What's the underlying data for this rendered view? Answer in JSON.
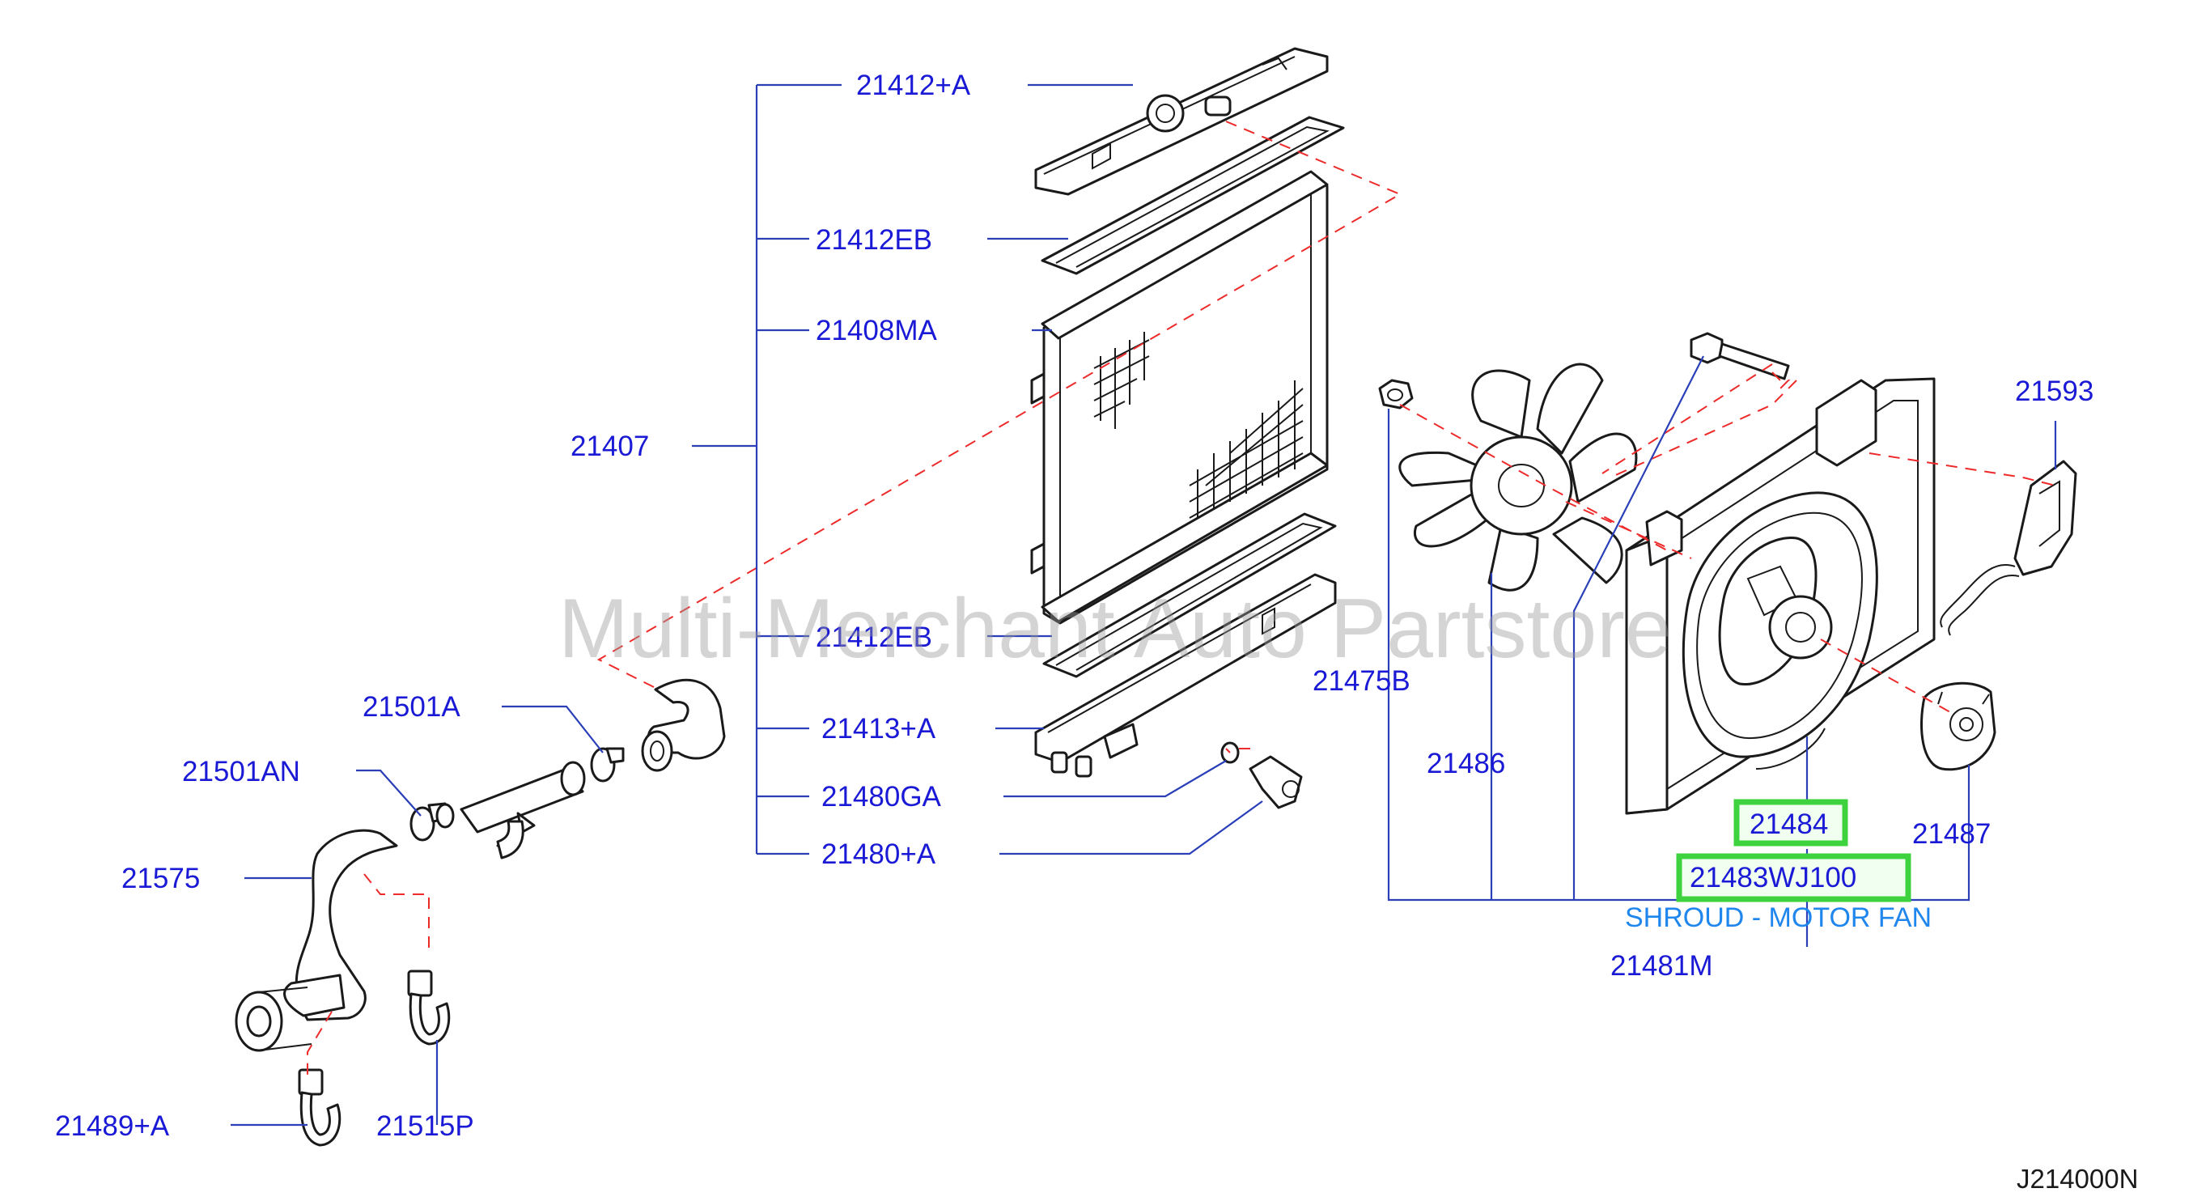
{
  "watermark": "Multi-Merchant Auto Partstore",
  "diagram_code": "J214000N",
  "callouts": {
    "c21412_a": "21412+A",
    "c21412eb_top": "21412EB",
    "c21408ma": "21408MA",
    "c21407": "21407",
    "c21412eb_bottom": "21412EB",
    "c21413_a": "21413+A",
    "c21480ga": "21480GA",
    "c21480_a": "21480+A",
    "c21501a": "21501A",
    "c21501an": "21501AN",
    "c21575": "21575",
    "c21489_a": "21489+A",
    "c21515p": "21515P",
    "c21475b": "21475B",
    "c21486": "21486",
    "c21593": "21593",
    "c21484": "21484",
    "c21483wj100": "21483WJ100",
    "c21487": "21487",
    "c21481m": "21481M"
  },
  "selected_part_description": "SHROUD - MOTOR FAN",
  "colors": {
    "label": "#1a1ad6",
    "leader": "#2a3fb8",
    "dashed_guide": "#ee2a2a",
    "highlight": "#3ed33e",
    "description": "#1f86ee"
  }
}
